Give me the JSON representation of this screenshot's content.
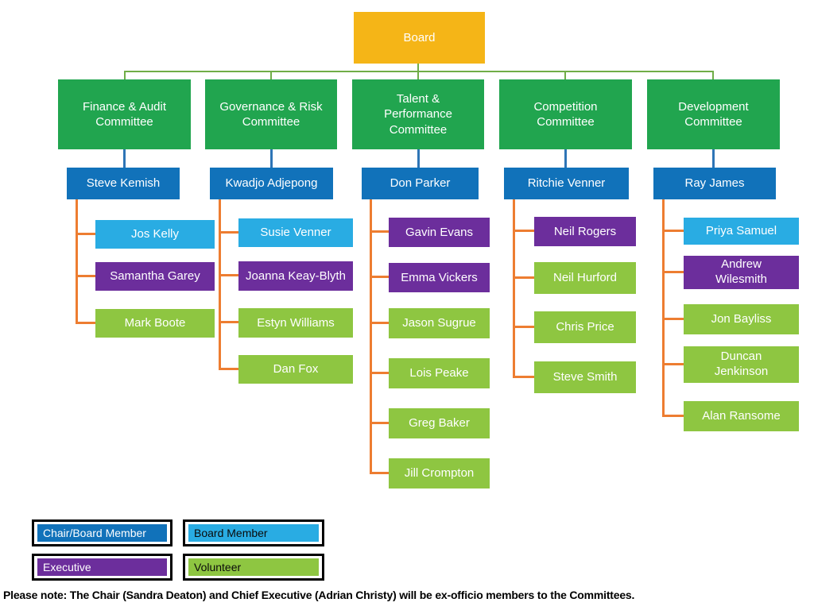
{
  "board": {
    "label": "Board"
  },
  "columns": [
    {
      "committee": "Finance & Audit Committee",
      "chair": "Steve Kemish",
      "members": [
        {
          "name": "Jos Kelly",
          "role": "board-member"
        },
        {
          "name": "Samantha Garey",
          "role": "executive"
        },
        {
          "name": "Mark Boote",
          "role": "volunteer"
        }
      ]
    },
    {
      "committee": "Governance & Risk Committee",
      "chair": "Kwadjo Adjepong",
      "members": [
        {
          "name": "Susie Venner",
          "role": "board-member"
        },
        {
          "name": "Joanna Keay-Blyth",
          "role": "executive"
        },
        {
          "name": "Estyn Williams",
          "role": "volunteer"
        },
        {
          "name": "Dan Fox",
          "role": "volunteer"
        }
      ]
    },
    {
      "committee": "Talent & Performance Committee",
      "chair": "Don Parker",
      "members": [
        {
          "name": "Gavin Evans",
          "role": "executive"
        },
        {
          "name": "Emma Vickers",
          "role": "executive"
        },
        {
          "name": "Jason Sugrue",
          "role": "volunteer"
        },
        {
          "name": "Lois Peake",
          "role": "volunteer"
        },
        {
          "name": "Greg Baker",
          "role": "volunteer"
        },
        {
          "name": "Jill Crompton",
          "role": "volunteer"
        }
      ]
    },
    {
      "committee": "Competition Committee",
      "chair": "Ritchie Venner",
      "members": [
        {
          "name": "Neil Rogers",
          "role": "executive"
        },
        {
          "name": "Neil Hurford",
          "role": "volunteer"
        },
        {
          "name": "Chris Price",
          "role": "volunteer"
        },
        {
          "name": "Steve Smith",
          "role": "volunteer"
        }
      ]
    },
    {
      "committee": "Development Committee",
      "chair": "Ray James",
      "members": [
        {
          "name": "Priya Samuel",
          "role": "board-member"
        },
        {
          "name": "Andrew Wilesmith",
          "role": "executive"
        },
        {
          "name": "Jon Bayliss",
          "role": "volunteer"
        },
        {
          "name": "Duncan Jenkinson",
          "role": "volunteer"
        },
        {
          "name": "Alan Ransome",
          "role": "volunteer"
        }
      ]
    }
  ],
  "legend": [
    {
      "label": "Chair/Board Member",
      "role": "chair"
    },
    {
      "label": "Board Member",
      "role": "board-member"
    },
    {
      "label": "Executive",
      "role": "executive"
    },
    {
      "label": "Volunteer",
      "role": "volunteer"
    }
  ],
  "note": "Please note: The Chair (Sandra Deaton) and Chief Executive (Adrian Christy) will be ex-officio members to the Committees.",
  "colors": {
    "board": "#F5B517",
    "committee": "#21A54F",
    "chair_board_member": "#1172BA",
    "board_member": "#29ACE3",
    "executive": "#6C2E9C",
    "volunteer": "#8EC641",
    "connector_board": "#70AD47",
    "connector_chair": "#2E75B6",
    "connector_members": "#ED7D31"
  }
}
